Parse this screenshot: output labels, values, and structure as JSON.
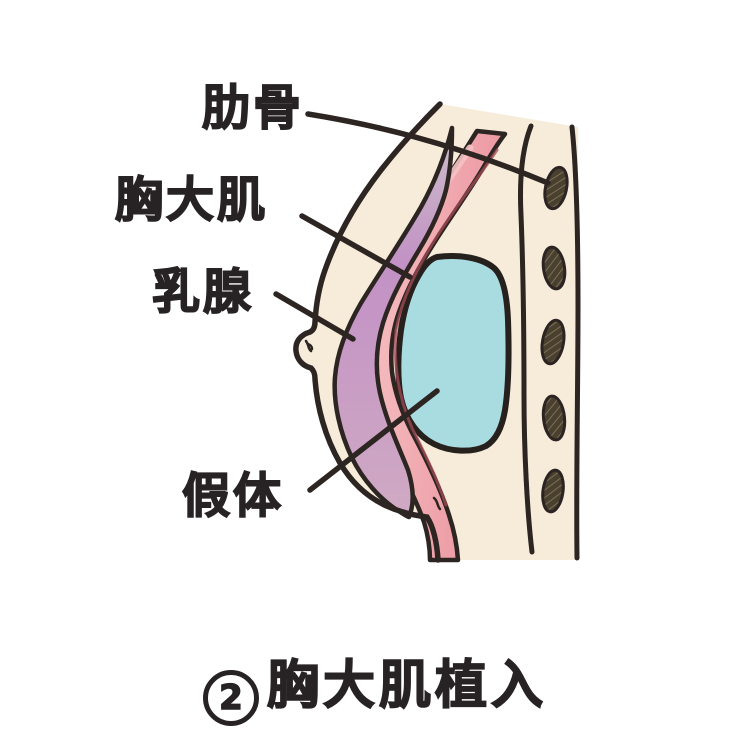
{
  "figure": {
    "title_caption": {
      "number": "2",
      "text": "胸大肌植入"
    },
    "labels": {
      "ribs": "肋骨",
      "pectoral_muscle": "胸大肌",
      "mammary_gland": "乳腺",
      "implant": "假体"
    },
    "colors": {
      "background": "#ffffff",
      "body_skin": "#f7ecda",
      "muscle_pink_light": "#f6c3c4",
      "muscle_pink": "#ec96a1",
      "muscle_accent": "#a34a55",
      "gland_gray_top": "#ccbfca",
      "gland_purple": "#c291c5",
      "gland_purple_bottom": "#d0aac4",
      "implant_blue": "#a9dce0",
      "outline": "#2d2522",
      "rib_fill": "#49402f",
      "rib_hatch": "#7d6f54",
      "text": "#272324"
    }
  }
}
